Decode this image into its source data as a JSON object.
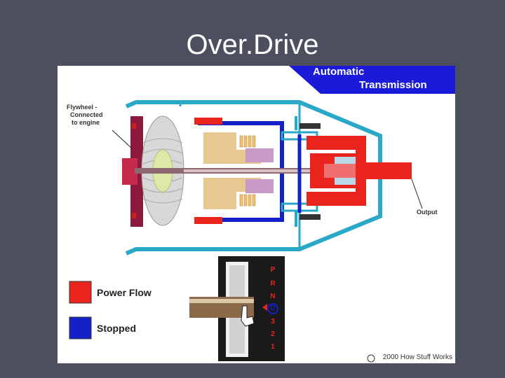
{
  "slide": {
    "title": "Over.Drive"
  },
  "diagram": {
    "banner": {
      "line1": "Automatic",
      "line2": "Transmission"
    },
    "labels": {
      "flywheel_line1": "Flywheel -",
      "flywheel_line2": "Connected",
      "flywheel_line3": "to engine",
      "output": "Output"
    },
    "legend": [
      {
        "label": "Power Flow",
        "color": "#e8241c"
      },
      {
        "label": "Stopped",
        "color": "#1420c8"
      }
    ],
    "shifter": {
      "gears": [
        "P",
        "R",
        "N",
        "D",
        "3",
        "2",
        "1"
      ],
      "selected": "D"
    },
    "copyright": "2000 How Stuff Works"
  }
}
